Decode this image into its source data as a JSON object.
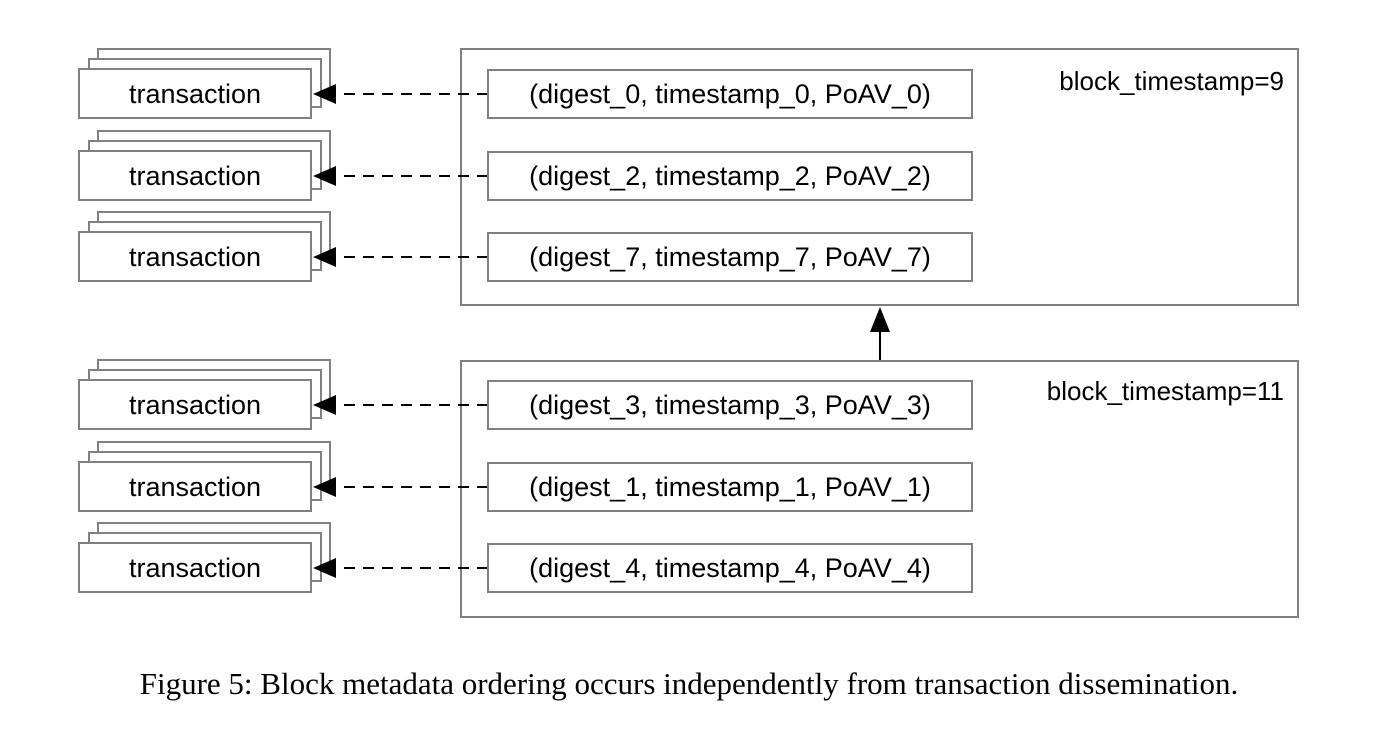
{
  "blocks": [
    {
      "label": "block_timestamp=9",
      "entries": [
        {
          "text": "(digest_0, timestamp_0, PoAV_0)",
          "transaction_label": "transaction"
        },
        {
          "text": "(digest_2, timestamp_2, PoAV_2)",
          "transaction_label": "transaction"
        },
        {
          "text": "(digest_7, timestamp_7, PoAV_7)",
          "transaction_label": "transaction"
        }
      ]
    },
    {
      "label": "block_timestamp=11",
      "entries": [
        {
          "text": "(digest_3, timestamp_3, PoAV_3)",
          "transaction_label": "transaction"
        },
        {
          "text": "(digest_1, timestamp_1, PoAV_1)",
          "transaction_label": "transaction"
        },
        {
          "text": "(digest_4, timestamp_4, PoAV_4)",
          "transaction_label": "transaction"
        }
      ]
    }
  ],
  "caption": "Figure 5: Block metadata ordering occurs independently from transaction dissemination."
}
